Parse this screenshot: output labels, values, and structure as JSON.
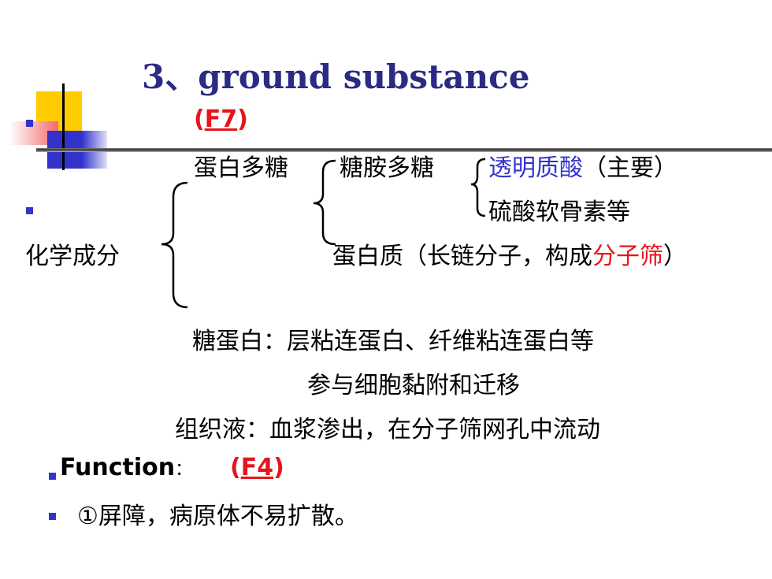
{
  "title": "3、ground substance",
  "f7": {
    "open": "(",
    "code": "F7",
    "close": ")"
  },
  "tree": {
    "root": "化学成分",
    "proteoglycan": "蛋白多糖",
    "gag": "糖胺多糖",
    "hyaluronic": "透明质酸",
    "hyaluronic_note": "（主要）",
    "chondroitin": "硫酸软骨素等",
    "protein_pre": "蛋白质（长链分子，构成",
    "protein_sieve": "分子筛",
    "protein_post": "）",
    "glycoprotein_1": "糖蛋白：层粘连蛋白、纤维粘连蛋白等",
    "glycoprotein_2": "参与细胞黏附和迁移",
    "tissue_fluid": "组织液：血浆渗出，在分子筛网孔中流动"
  },
  "function": {
    "label": "Function",
    "colon": "：",
    "ref_open": "(",
    "ref_code": "F4",
    "ref_close": ")",
    "item1": "①屏障，病原体不易扩散。"
  },
  "colors": {
    "title": "#2b2b85",
    "accent_blue": "#3333cc",
    "accent_red": "#e8141c",
    "yellow": "#ffcc00"
  }
}
